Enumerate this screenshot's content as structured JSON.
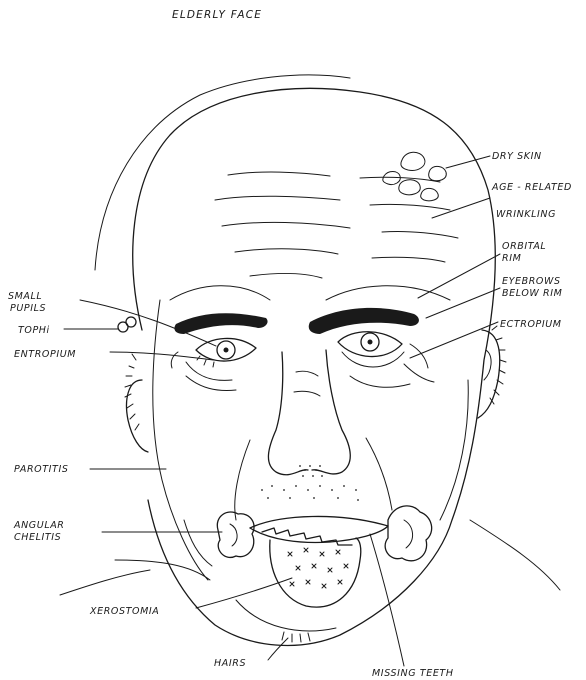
{
  "diagram": {
    "title": "ELDERLY FACE",
    "labels": {
      "dry_skin": "DRY SKIN",
      "age_related_1": "AGE - RELATED",
      "age_related_2": "WRINKLING",
      "orbital_rim_1": "ORBITAL",
      "orbital_rim_2": "RIM",
      "eyebrows_1": "EYEBROWS",
      "eyebrows_2": "BELOW RIM",
      "ectropium": "ECTROPIUM",
      "small_pupils_1": "SMALL",
      "small_pupils_2": "PUPILS",
      "tophi": "TOPHi",
      "entropium": "ENTROPIUM",
      "parotitis": "PAROTITIS",
      "angular_chelitis_1": "ANGULAR",
      "angular_chelitis_2": "CHELITIS",
      "xerostomia": "XEROSTOMIA",
      "hairs": "HAIRS",
      "missing_teeth": "MISSING TEETH"
    }
  }
}
